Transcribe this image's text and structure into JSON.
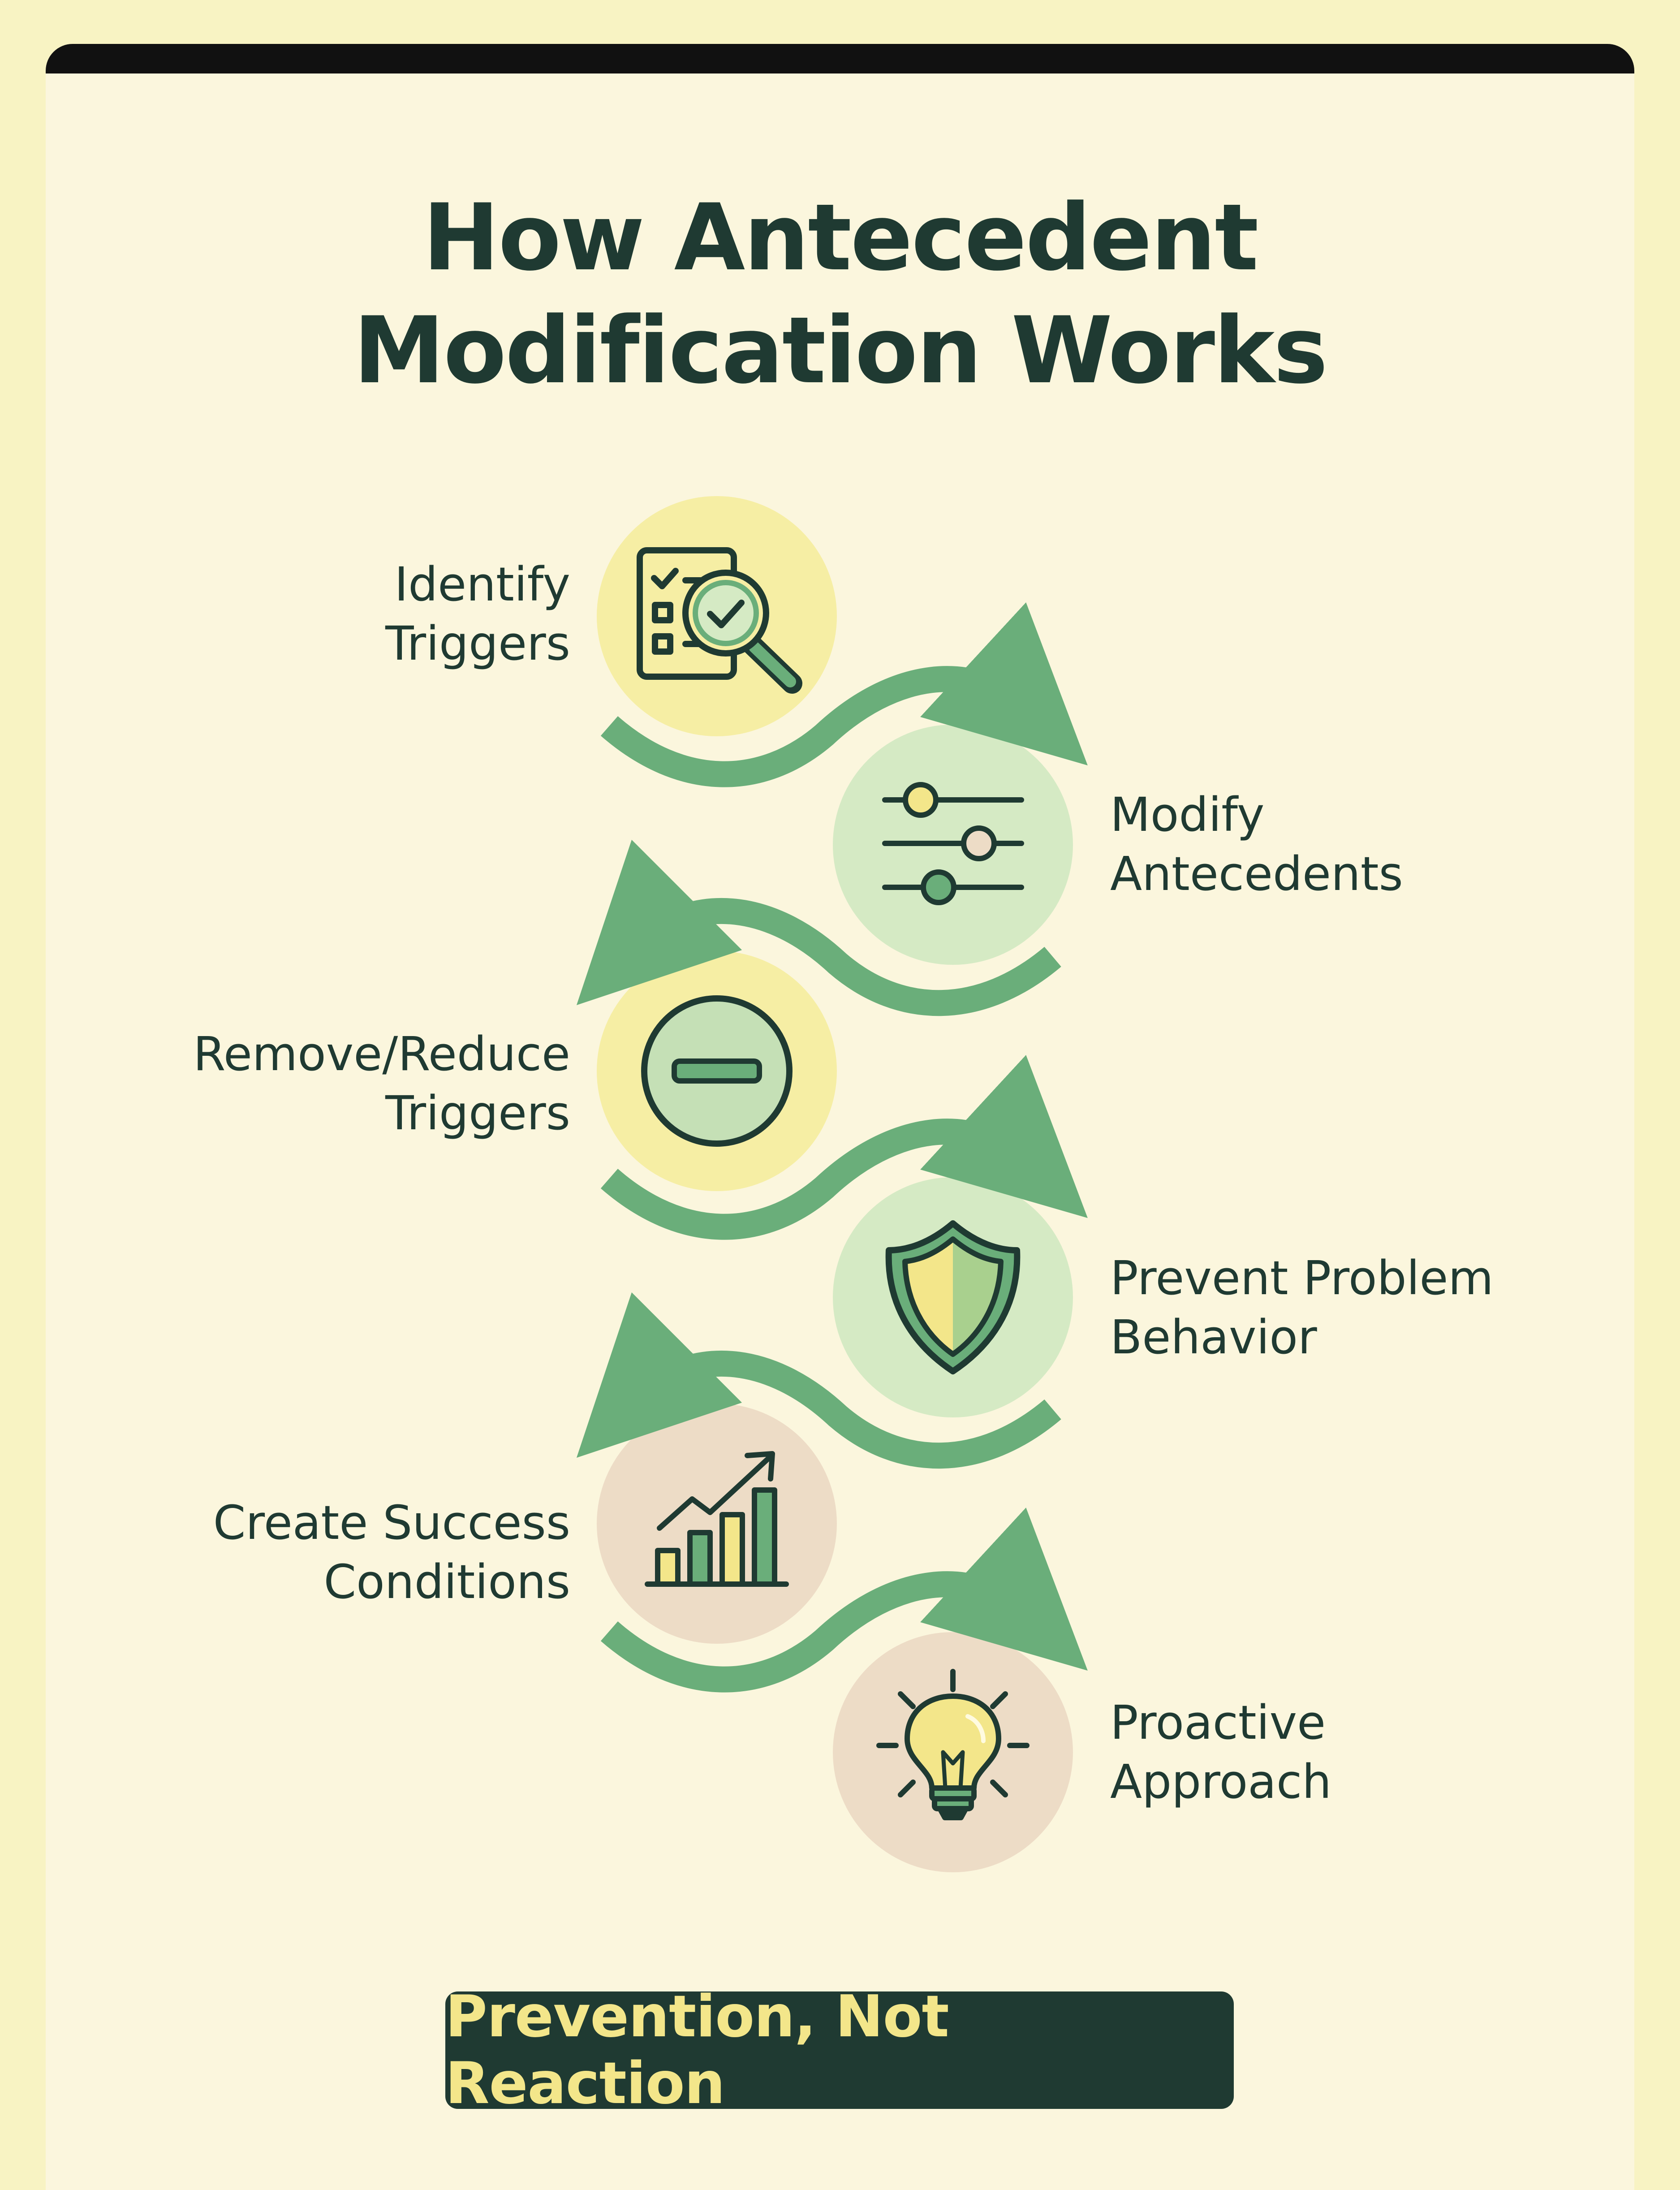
{
  "title": {
    "line1": "How Antecedent",
    "line2": "Modification Works"
  },
  "steps": [
    {
      "line1": "Identify",
      "line2": "Triggers",
      "icon": "checklist-magnifier-icon",
      "circle_color": "#f6eea4"
    },
    {
      "line1": "Modify",
      "line2": "Antecedents",
      "icon": "sliders-icon",
      "circle_color": "#d5eac4"
    },
    {
      "line1": "Remove/Reduce",
      "line2": "Triggers",
      "icon": "minus-circle-icon",
      "circle_color": "#f6eea4"
    },
    {
      "line1": "Prevent Problem",
      "line2": "Behavior",
      "icon": "shield-icon",
      "circle_color": "#d5eac4"
    },
    {
      "line1": "Create Success",
      "line2": "Conditions",
      "icon": "bar-chart-growth-icon",
      "circle_color": "#eddcc6"
    },
    {
      "line1": "Proactive",
      "line2": "Approach",
      "icon": "lightbulb-icon",
      "circle_color": "#eddcc6"
    }
  ],
  "colors": {
    "background": "#f8f3c3",
    "card": "#fbf6dd",
    "text": "#1f3a32",
    "arrow": "#6aae7a",
    "banner_bg": "#1f3a32",
    "banner_text": "#f3e68a"
  },
  "banner": {
    "text": "Prevention, Not Reaction"
  }
}
